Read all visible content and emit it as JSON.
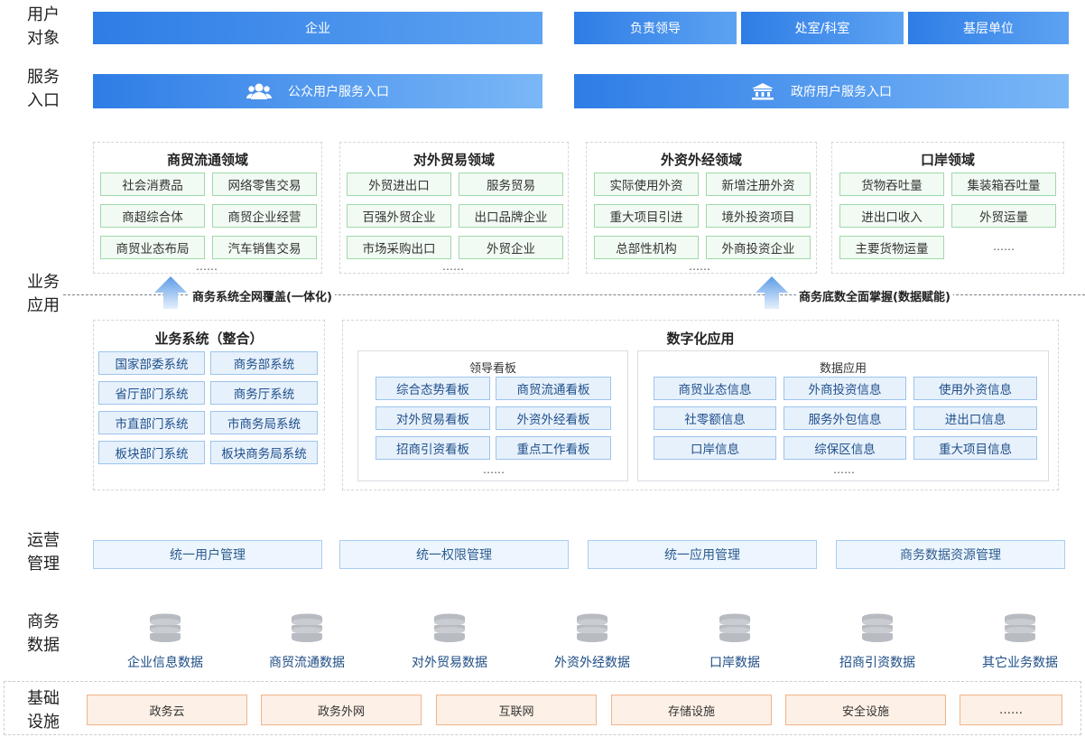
{
  "row_labels": {
    "users": "用户\n对象",
    "entry": "服务\n入口",
    "business": "业务\n应用",
    "ops": "运营\n管理",
    "data": "商务\n数据",
    "infra": "基础\n设施"
  },
  "user_objects": [
    "企业",
    "负责领导",
    "处室/科室",
    "基层单位"
  ],
  "service_entry": {
    "public": "公众用户服务入口",
    "government": "政府用户服务入口"
  },
  "domains": [
    {
      "title": "商贸流通领域",
      "items": [
        "社会消费品",
        "网络零售交易",
        "商超综合体",
        "商贸企业经营",
        "商贸业态布局",
        "汽车销售交易"
      ],
      "more": "……"
    },
    {
      "title": "对外贸易领域",
      "items": [
        "外贸进出口",
        "服务贸易",
        "百强外贸企业",
        "出口品牌企业",
        "市场采购出口",
        "外贸企业"
      ],
      "more": "……"
    },
    {
      "title": "外资外经领域",
      "items": [
        "实际使用外资",
        "新增注册外资",
        "重大项目引进",
        "境外投资项目",
        "总部性机构",
        "外商投资企业"
      ],
      "more": "……"
    },
    {
      "title": "口岸领域",
      "items": [
        "货物吞吐量",
        "集装箱吞吐量",
        "进出口收入",
        "外贸运量",
        "主要货物运量",
        "……"
      ],
      "more": ""
    }
  ],
  "arrows": {
    "left": "商务系统全网覆盖(一体化)",
    "right": "商务底数全面掌握(数据赋能)"
  },
  "business_systems": {
    "title": "业务系统（整合）",
    "items": [
      "国家部委系统",
      "商务部系统",
      "省厅部门系统",
      "商务厅系统",
      "市直部门系统",
      "市商务局系统",
      "板块部门系统",
      "板块商务局系统"
    ]
  },
  "digital_apps": {
    "title": "数字化应用",
    "dashboard": {
      "title": "领导看板",
      "items": [
        "综合态势看板",
        "商贸流通看板",
        "对外贸易看板",
        "外资外经看板",
        "招商引资看板",
        "重点工作看板"
      ],
      "more": "……"
    },
    "data_apps": {
      "title": "数据应用",
      "items": [
        "商贸业态信息",
        "外商投资信息",
        "使用外资信息",
        "社零额信息",
        "服务外包信息",
        "进出口信息",
        "口岸信息",
        "综保区信息",
        "重大项目信息"
      ],
      "more": "……"
    }
  },
  "ops": [
    "统一用户管理",
    "统一权限管理",
    "统一应用管理",
    "商务数据资源管理"
  ],
  "data_sources": [
    "企业信息数据",
    "商贸流通数据",
    "对外贸易数据",
    "外资外经数据",
    "口岸数据",
    "招商引资数据",
    "其它业务数据"
  ],
  "infra": [
    "政务云",
    "政务外网",
    "互联网",
    "存储设施",
    "安全设施",
    "……"
  ],
  "colors": {
    "blue_primary": "#2e7de6",
    "green_border": "#9fd8a9",
    "orange_border": "#f0b48a"
  },
  "icons": {
    "public_entry": "users-icon",
    "gov_entry": "government-building-icon",
    "database": "database-icon"
  }
}
